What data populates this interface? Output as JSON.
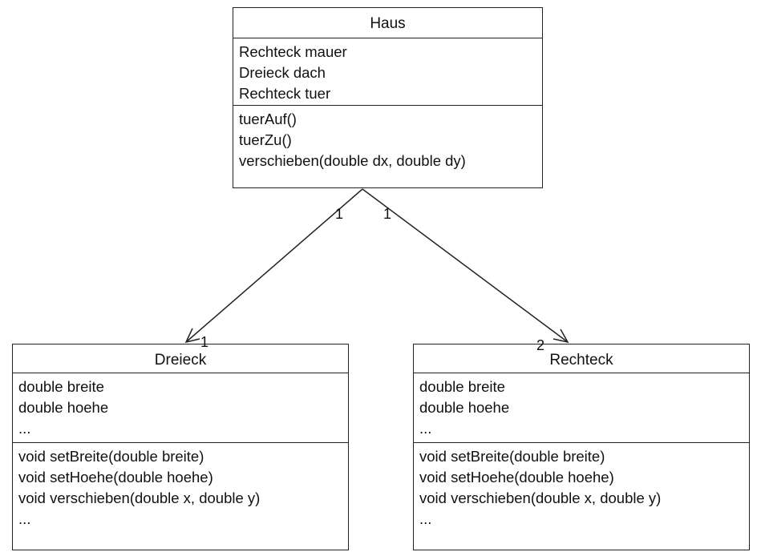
{
  "classes": {
    "haus": {
      "name": "Haus",
      "attributes": [
        "Rechteck mauer",
        "Dreieck dach",
        "Rechteck tuer"
      ],
      "methods": [
        "tuerAuf()",
        "tuerZu()",
        "verschieben(double dx, double dy)"
      ]
    },
    "dreieck": {
      "name": "Dreieck",
      "attributes": [
        "double breite",
        "double hoehe",
        "..."
      ],
      "methods": [
        "void setBreite(double breite)",
        "void setHoehe(double hoehe)",
        "void verschieben(double x, double y)",
        "..."
      ]
    },
    "rechteck": {
      "name": "Rechteck",
      "attributes": [
        "double breite",
        "double hoehe",
        "..."
      ],
      "methods": [
        "void setBreite(double breite)",
        "void setHoehe(double hoehe)",
        "void verschieben(double x, double y)",
        "..."
      ]
    }
  },
  "associations": {
    "haus_dreieck": {
      "source_multiplicity": "1",
      "target_multiplicity": "1"
    },
    "haus_rechteck": {
      "source_multiplicity": "1",
      "target_multiplicity": "2"
    }
  }
}
